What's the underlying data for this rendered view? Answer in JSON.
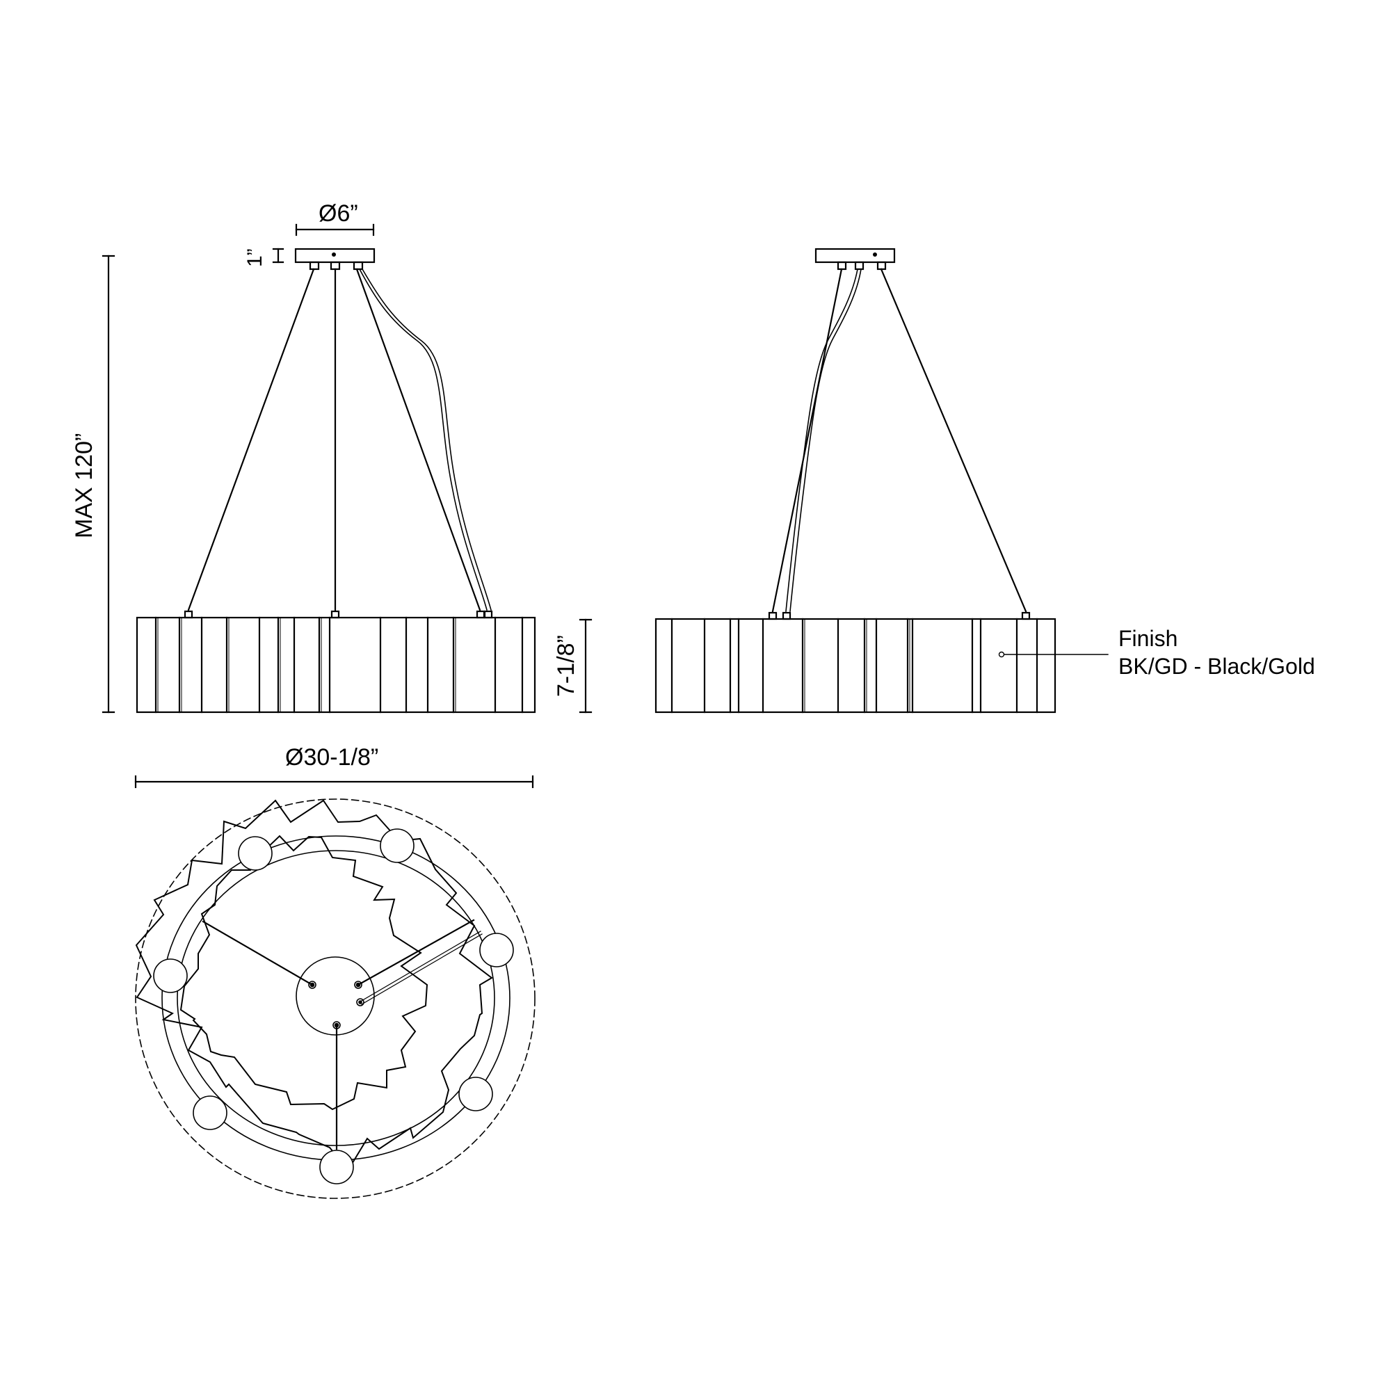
{
  "drawing": {
    "title": "Pendant chandelier dimension drawing",
    "views": [
      "front-elevation",
      "side-elevation",
      "plan-view"
    ],
    "line_color": "#000000",
    "background": "#ffffff"
  },
  "dimensions": {
    "canopy_diameter": "Ø6”",
    "canopy_height": "1”",
    "max_overall_height": "MAX 120”",
    "shade_height": "7-1/8”",
    "shade_diameter": "Ø30-1/8”"
  },
  "finish": {
    "heading": "Finish",
    "option": "BK/GD - Black/Gold"
  }
}
